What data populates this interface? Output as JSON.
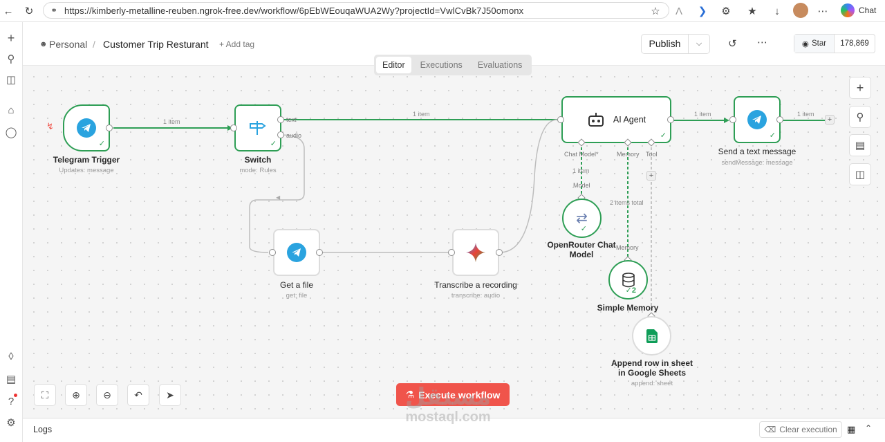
{
  "browser": {
    "url": "https://kimberly-metalline-reuben.ngrok-free.dev/workflow/6pEbWEouqaWUA2Wy?projectId=VwlCvBk7J50omonx",
    "chat_label": "Chat"
  },
  "header": {
    "breadcrumb_root": "Personal",
    "breadcrumb_sep": "/",
    "workflow_name": "Customer Trip Resturant",
    "add_tag": "+ Add tag",
    "publish": "Publish",
    "star_label": "Star",
    "star_count": "178,869"
  },
  "tabs": [
    "Editor",
    "Executions",
    "Evaluations"
  ],
  "active_tab": "Editor",
  "nodes": {
    "telegram_trigger": {
      "title": "Telegram Trigger",
      "subtitle": "Updates: message"
    },
    "switch": {
      "title": "Switch",
      "subtitle": "mode: Rules",
      "out_text": "text",
      "out_audio": "audio"
    },
    "ai_agent": {
      "title": "AI Agent",
      "port_chat_model": "Chat Model*",
      "port_memory": "Memory",
      "port_tool": "Tool"
    },
    "send_message": {
      "title": "Send a text message",
      "subtitle": "sendMessage: message"
    },
    "get_file": {
      "title": "Get a file",
      "subtitle": "get: file"
    },
    "transcribe": {
      "title": "Transcribe a recording",
      "subtitle": "transcribe: audio"
    },
    "openrouter": {
      "title": "OpenRouter Chat Model",
      "port": "Model"
    },
    "memory": {
      "title": "Simple Memory",
      "port": "Memory",
      "count": "2"
    },
    "sheets": {
      "title": "Append row in sheet in Google Sheets",
      "subtitle": "append: sheet"
    }
  },
  "edge_labels": {
    "trigger_switch": "1 item",
    "switch_agent": "1 item",
    "agent_send": "1 item",
    "send_out": "1 item",
    "model_link": "1 item",
    "memory_link": "2 items total"
  },
  "execute_button": "Execute workflow",
  "logs": {
    "label": "Logs",
    "clear": "Clear execution"
  },
  "watermark": {
    "arabic": "مستقل",
    "latin": "mostaql.com"
  },
  "colors": {
    "success": "#2e9e55",
    "execute": "#f0544b",
    "telegram": "#2aa3df"
  }
}
